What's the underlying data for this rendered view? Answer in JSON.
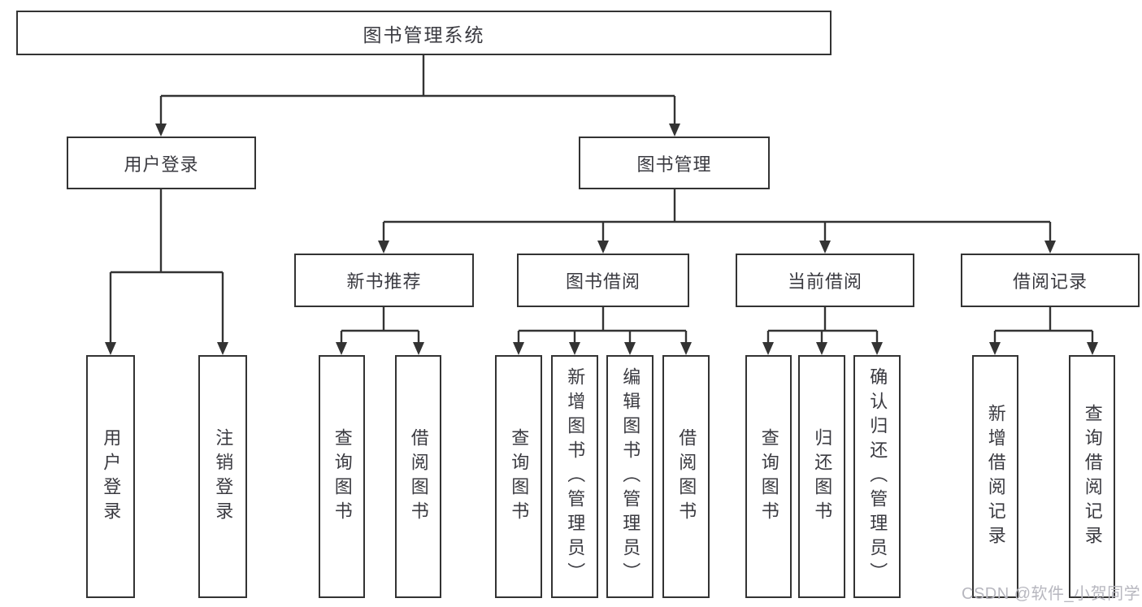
{
  "colors": {
    "line": "#333333",
    "text": "#3a3a40",
    "watermark": "#b7b7bf",
    "background": "#ffffff"
  },
  "diagram": {
    "root": {
      "label": "图书管理系统"
    },
    "user_login": {
      "label": "用户登录",
      "children": {
        "login": {
          "label": "用户登录"
        },
        "logout": {
          "label": "注销登录"
        }
      }
    },
    "book_mgmt": {
      "label": "图书管理",
      "children": {
        "new_book_rec": {
          "label": "新书推荐",
          "children": {
            "query_books": {
              "label": "查询图书"
            },
            "borrow_books": {
              "label": "借阅图书"
            }
          }
        },
        "book_borrow": {
          "label": "图书借阅",
          "children": {
            "query_books": {
              "label": "查询图书"
            },
            "add_books": {
              "label": "新增图书（管理员）"
            },
            "edit_books": {
              "label": "编辑图书（管理员）"
            },
            "borrow_books": {
              "label": "借阅图书"
            }
          }
        },
        "current_borrow": {
          "label": "当前借阅",
          "children": {
            "query_books": {
              "label": "查询图书"
            },
            "return_books": {
              "label": "归还图书"
            },
            "confirm_return": {
              "label": "确认归还（管理员）"
            }
          }
        },
        "borrow_records": {
          "label": "借阅记录",
          "children": {
            "add_record": {
              "label": "新增借阅记录"
            },
            "query_record": {
              "label": "查询借阅记录"
            }
          }
        }
      }
    }
  },
  "watermark": {
    "text": "CSDN @软件_小贺同学"
  }
}
